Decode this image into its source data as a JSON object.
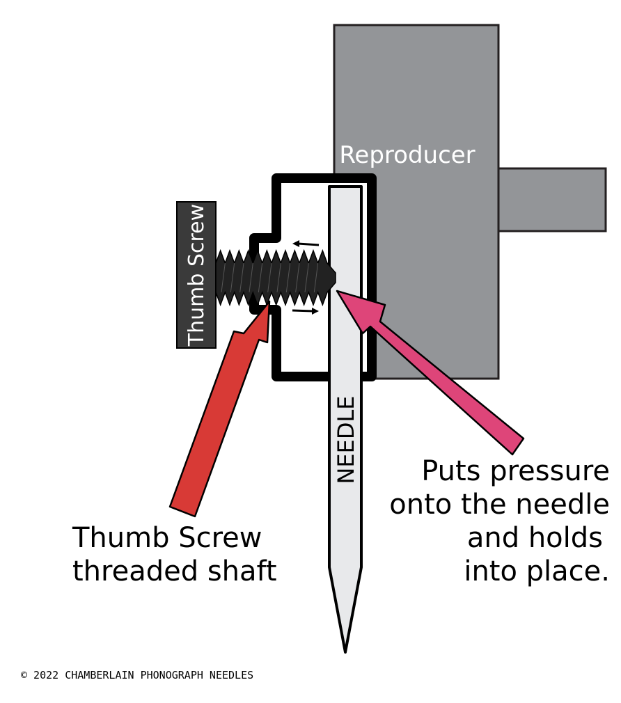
{
  "labels": {
    "reproducer": "Reproducer",
    "thumb_screw": "Thumb Screw",
    "needle": "NEEDLE",
    "shaft_caption_line1": "Thumb Screw",
    "shaft_caption_line2": "threaded shaft",
    "pressure_line1": "Puts pressure",
    "pressure_line2": "onto the needle",
    "pressure_line3": "and holds",
    "pressure_line4": "into place.",
    "copyright": "© 2022 CHAMBERLAIN PHONOGRAPH NEEDLES"
  },
  "colors": {
    "reproducer_fill": "#939598",
    "thumb_head_fill": "#3a3a3a",
    "thread_fill": "#222222",
    "needle_fill": "#e8e9eb",
    "red_arrow": "#d83a36",
    "pink_arrow": "#de4579",
    "bracket": "#000000"
  }
}
